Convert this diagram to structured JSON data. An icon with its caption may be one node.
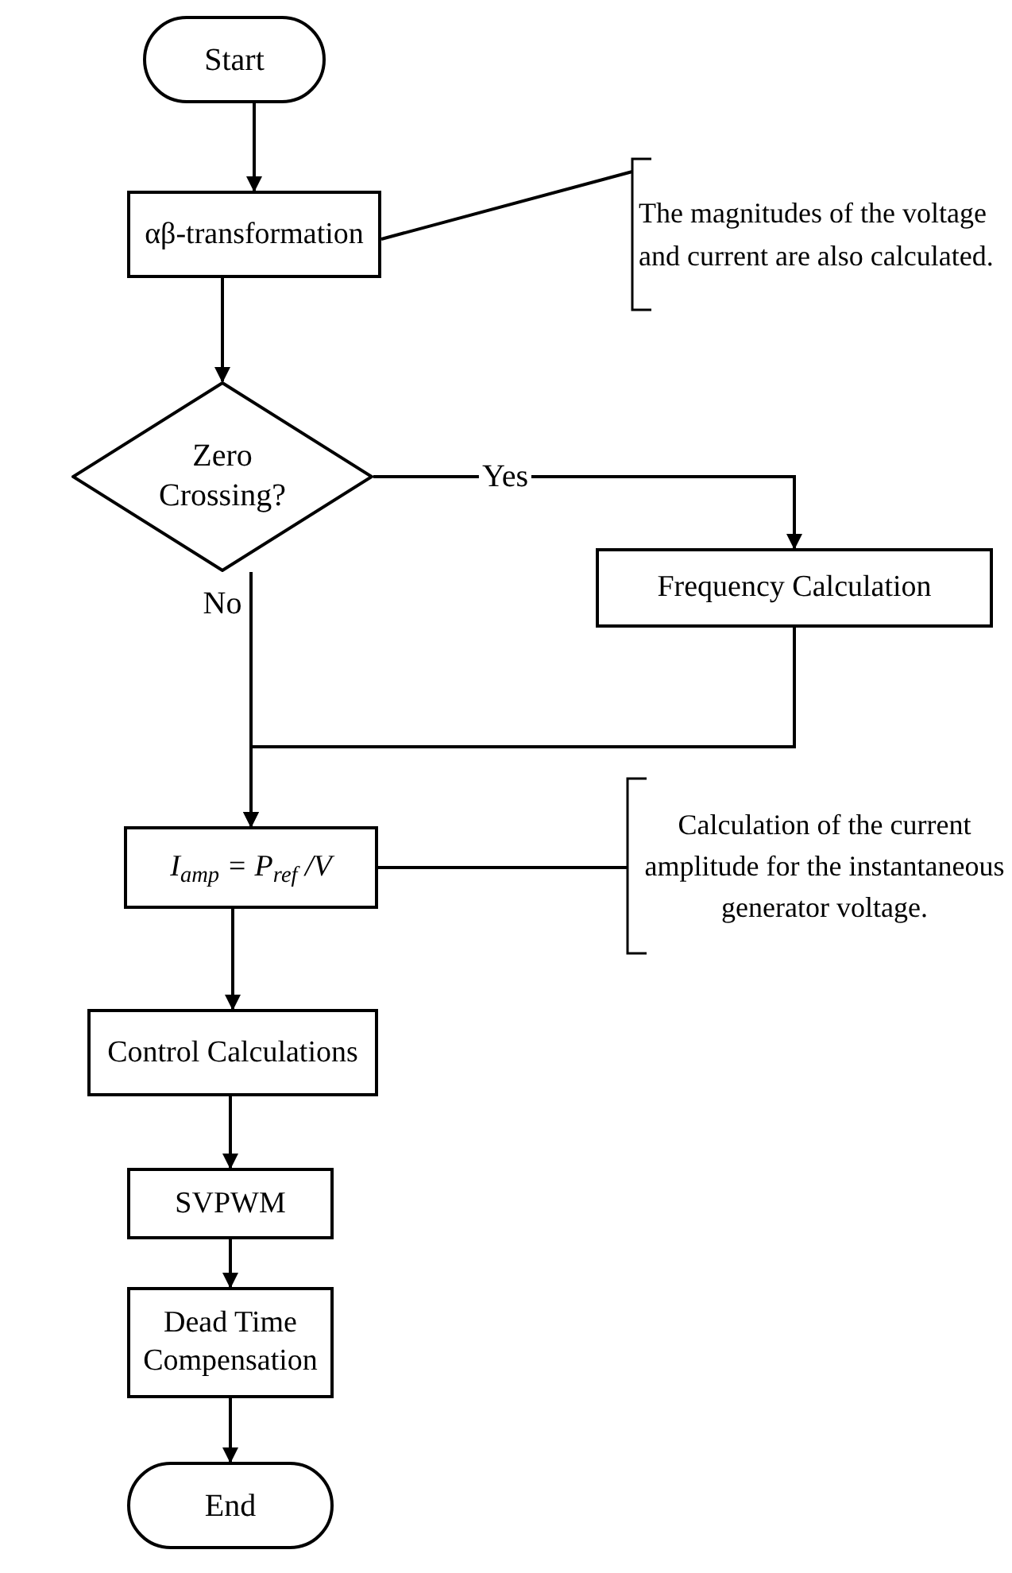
{
  "diagram": {
    "nodes": [
      {
        "text": [
          "Start"
        ]
      },
      {
        "text": [
          "αβ-transformation"
        ]
      },
      {
        "text": [
          "The magnitudes of the voltage and current are also calculated."
        ]
      },
      {
        "text": [
          "Zero Crossing?"
        ]
      },
      {
        "text": [
          "Frequency Calculation"
        ]
      },
      {
        "text": [
          "I$_{amp}$ = P$_{ref}$ /V"
        ]
      },
      {
        "text": [
          "Calculation of the current amplitude for the instantaneous generator voltage."
        ]
      },
      {
        "text": [
          "Control Calculations"
        ]
      },
      {
        "text": [
          "SVPWM"
        ]
      },
      {
        "text": [
          "Dead Time Compensation"
        ]
      },
      {
        "text": [
          "End"
        ]
      }
    ],
    "edges": [
      {
        "from": 0,
        "to": 1,
        "arrow": "to"
      },
      {
        "from": 1,
        "to": 2,
        "arrow": "none"
      },
      {
        "from": 1,
        "to": 3,
        "arrow": "to"
      },
      {
        "from": 3,
        "to": 4,
        "arrow": "to",
        "label": "Yes"
      },
      {
        "from": 3,
        "to": 5,
        "arrow": "to",
        "label": "No"
      },
      {
        "from": 4,
        "to": 5,
        "arrow": "to"
      },
      {
        "from": 5,
        "to": 6,
        "arrow": "none"
      },
      {
        "from": 5,
        "to": 7,
        "arrow": "to"
      },
      {
        "from": 7,
        "to": 8,
        "arrow": "to"
      },
      {
        "from": 8,
        "to": 9,
        "arrow": "to"
      },
      {
        "from": 9,
        "to": 10,
        "arrow": "to"
      }
    ]
  }
}
